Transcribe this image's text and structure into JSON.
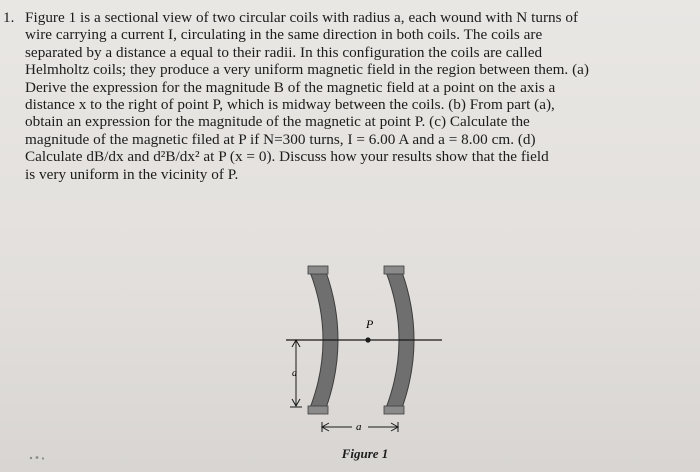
{
  "problem": {
    "number": "1.",
    "lines": [
      "Figure 1 is a sectional view of two circular coils with radius a, each wound with N turns of",
      "wire carrying a current I, circulating in the same direction in both coils. The coils are",
      "separated by a distance a equal to their radii. In this configuration the coils are called",
      "Helmholtz coils; they produce a very uniform magnetic field in the region between them. (a)",
      "Derive the expression for the magnitude B of the magnetic field at a point on the axis a",
      "distance x to the right of point P, which is midway between the coils. (b) From part (a),",
      "obtain an expression for the magnitude of the magnetic at point P. (c) Calculate the",
      "magnitude of the magnetic filed at P if N=300 turns, I = 6.00 A and a = 8.00 cm. (d)",
      "Calculate dB/dx and d²B/dx² at P (x = 0). Discuss how your results show that the field",
      "is very uniform in the vicinity of P."
    ]
  },
  "figure": {
    "point_label": "P",
    "radius_label": "a",
    "separation_label": "a",
    "caption": "Figure 1"
  },
  "colors": {
    "coil_fill": "#6f6f6f",
    "coil_edge": "#3d3d3d",
    "axis": "#1a1a1a"
  }
}
